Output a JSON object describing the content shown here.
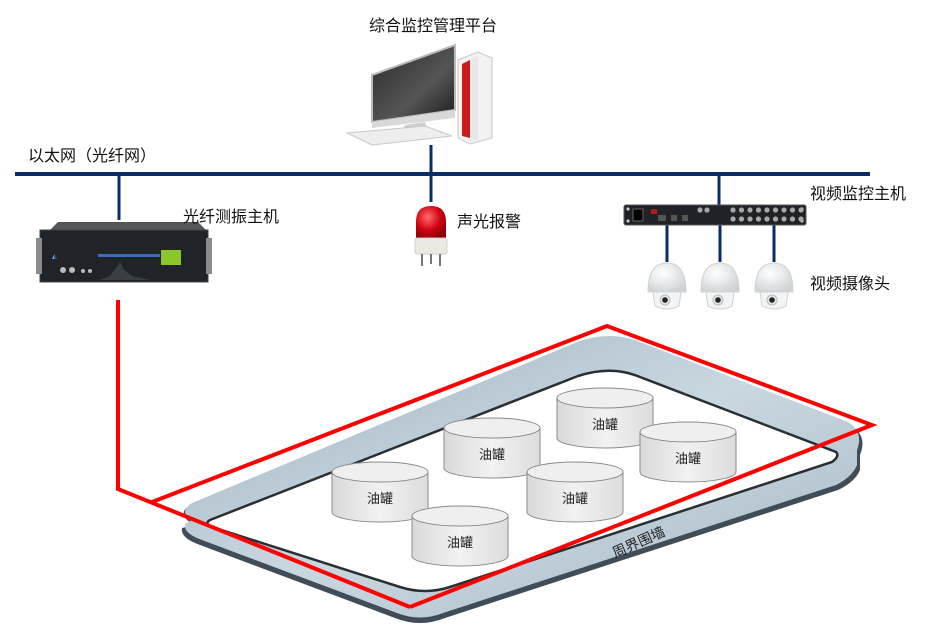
{
  "title": "综合监控管理平台",
  "network": {
    "label": "以太网（光纤网）",
    "color": "#0b2b6b"
  },
  "devices": {
    "platform": {
      "label": "综合监控管理平台",
      "icon": "desktop-computer-icon"
    },
    "fiber_host": {
      "label": "光纤测振主机",
      "icon": "rack-server-icon"
    },
    "alarm": {
      "label": "声光报警",
      "icon": "strobe-alarm-light-icon"
    },
    "video_host": {
      "label": "视频监控主机",
      "icon": "nvr-rack-icon"
    },
    "cameras": {
      "label": "视频摄像头",
      "count": 3,
      "icon": "dome-camera-icon"
    }
  },
  "site": {
    "wall_label": "周界围墙",
    "fiber_color": "#ff0000",
    "tanks": [
      {
        "label": "油罐"
      },
      {
        "label": "油罐"
      },
      {
        "label": "油罐"
      },
      {
        "label": "油罐"
      },
      {
        "label": "油罐"
      },
      {
        "label": "油罐"
      }
    ]
  }
}
